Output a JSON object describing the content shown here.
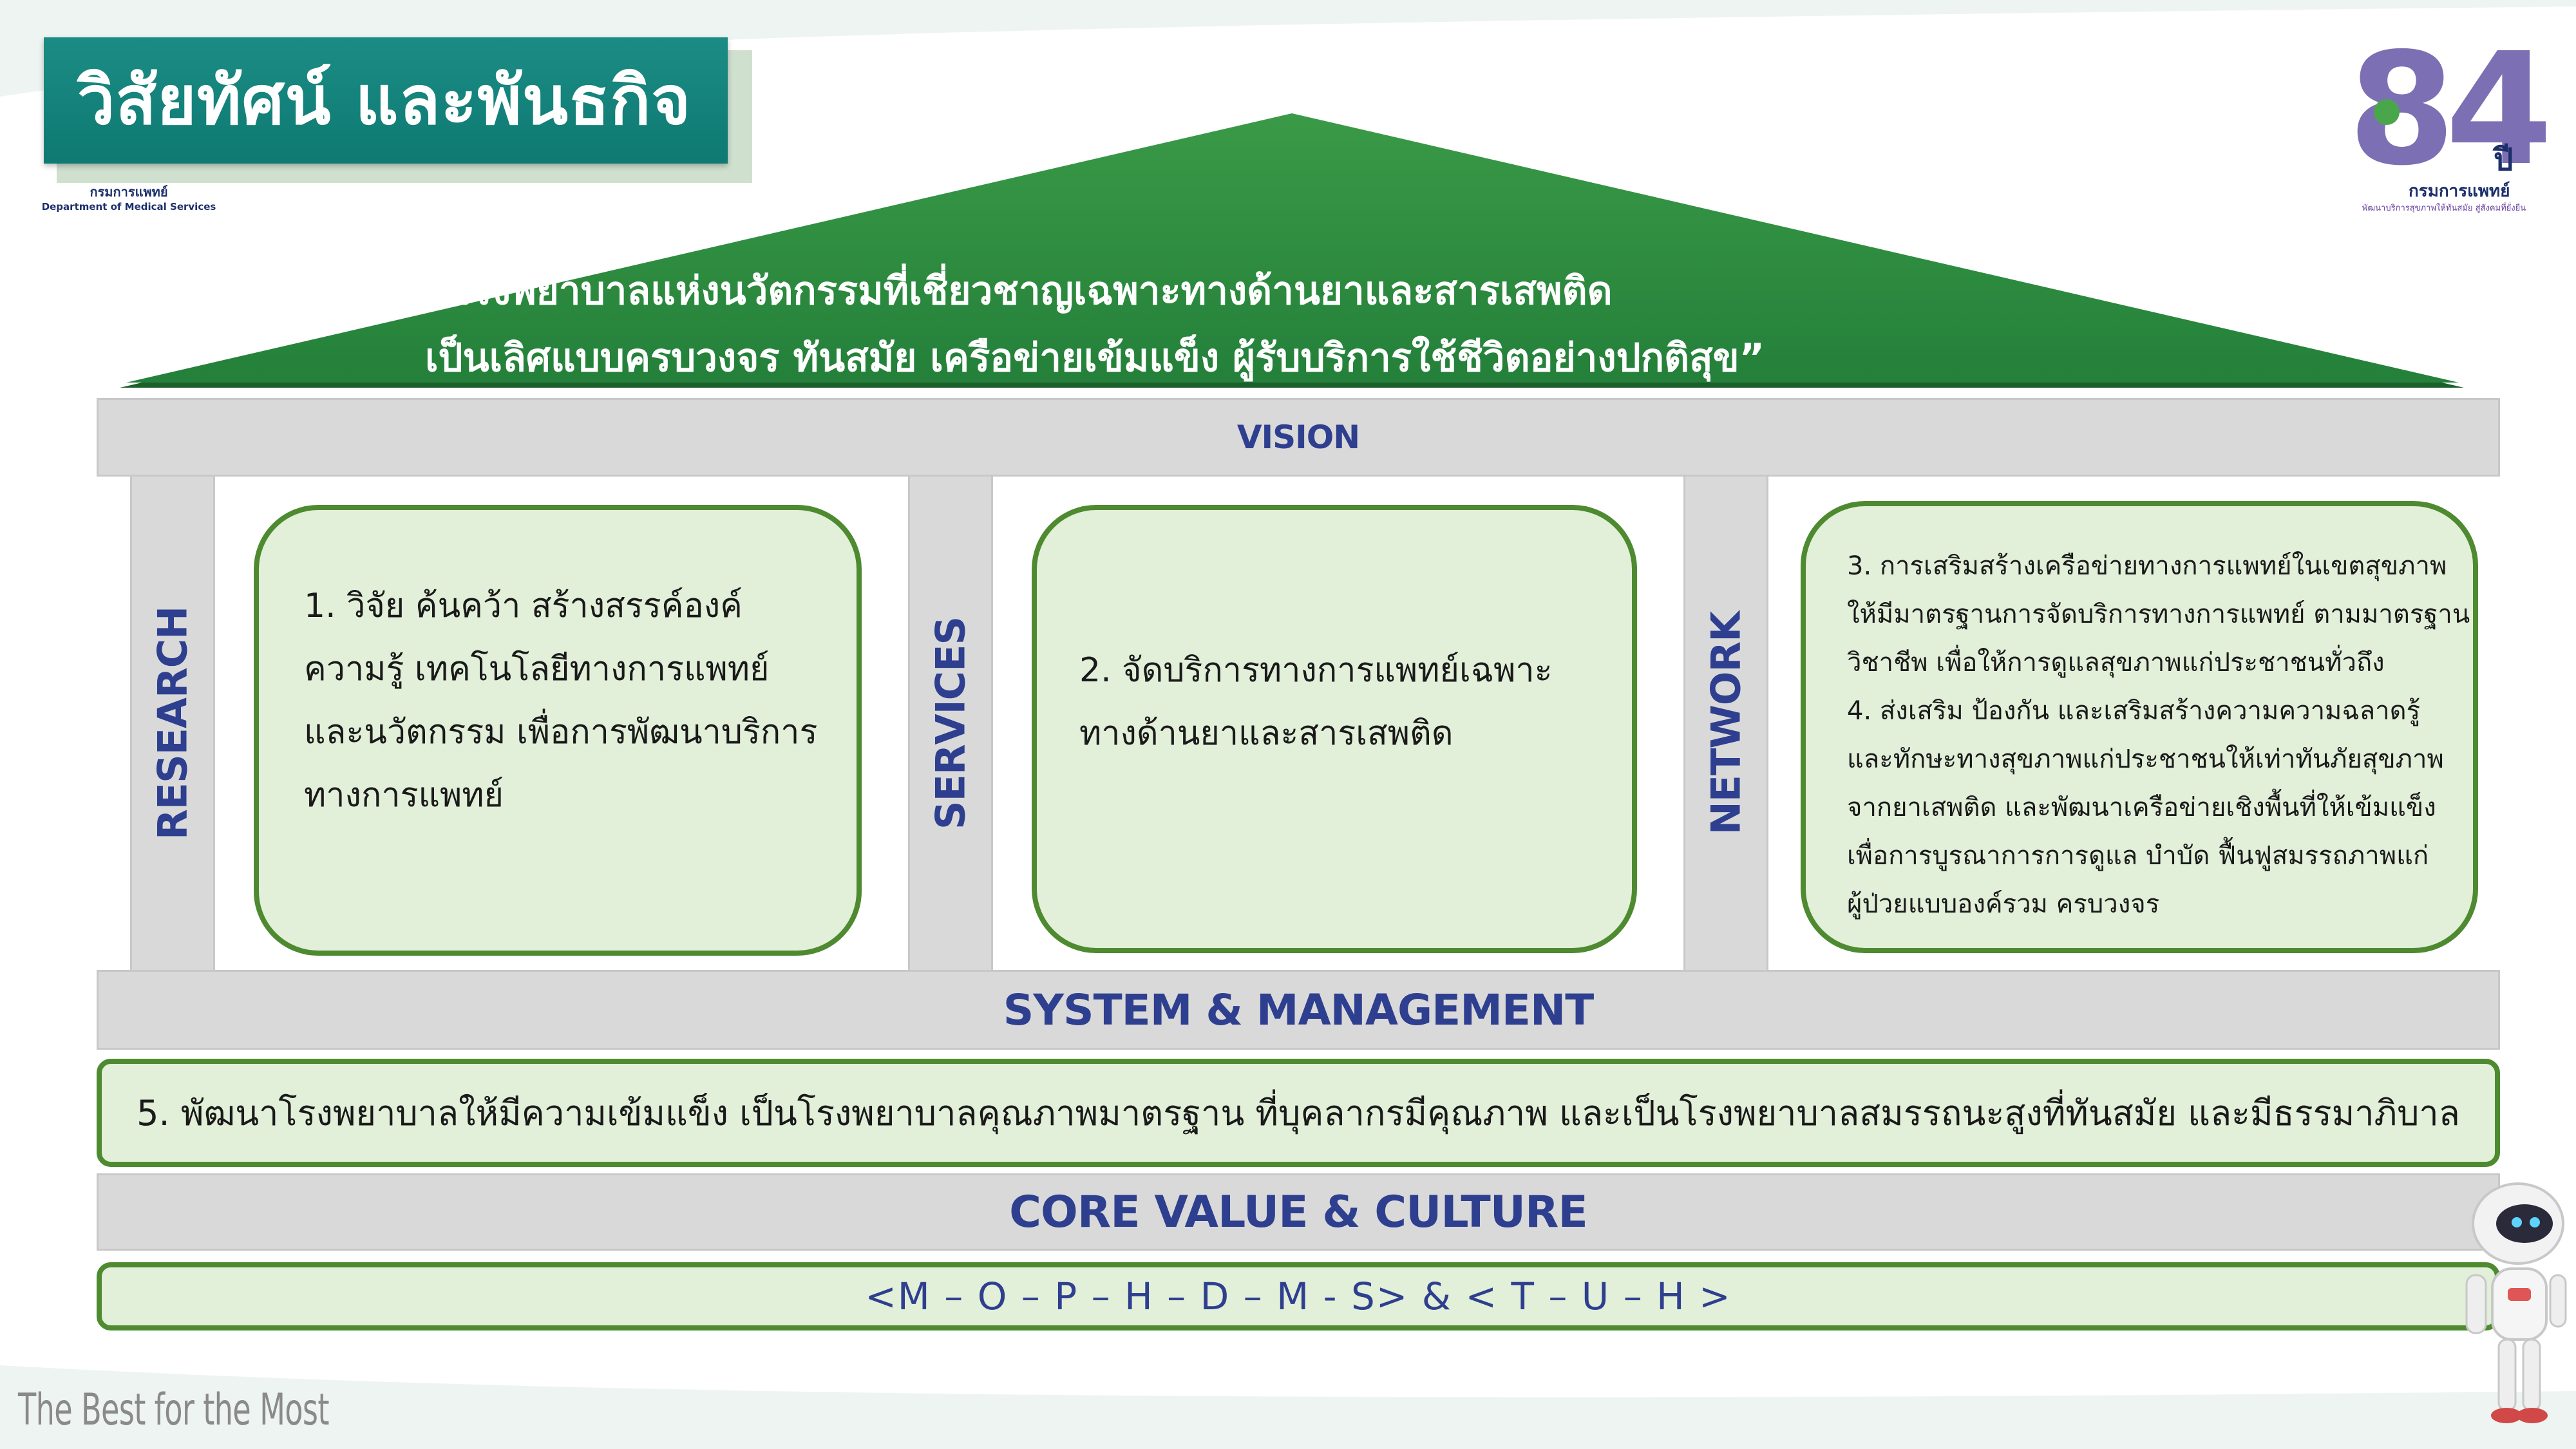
{
  "header": {
    "title": "วิสัยทัศน์ และพันธกิจ",
    "org_name_th": "กรมการแพทย์",
    "org_name_en": "Department of Medical Services"
  },
  "anniversary_logo": {
    "number": "84",
    "year_word": "ปี",
    "org": "กรมการแพทย์",
    "motto": "พัฒนาบริการสุขภาพให้ทันสมัย สู่สังคมที่ยั่งยืน"
  },
  "vision_statement": {
    "line1": "“โรงพยาบาลแห่งนวัตกรรมที่เชี่ยวชาญเฉพาะทางด้านยาและสารเสพติด",
    "line2": "เป็นเลิศแบบครบวงจร ทันสมัย เครือข่ายเข้มแข็ง ผู้รับบริการใช้ชีวิตอย่างปกติสุข”"
  },
  "bars": {
    "vision": "VISION",
    "system_management": "SYSTEM & MANAGEMENT",
    "core_value": "CORE VALUE & CULTURE"
  },
  "pillars": [
    {
      "label": "RESEARCH"
    },
    {
      "label": "SERVICES"
    },
    {
      "label": "NETWORK"
    }
  ],
  "missions": {
    "m1": [
      "1. วิจัย ค้นคว้า สร้างสรรค์องค์",
      "ความรู้ เทคโนโลยีทางการแพทย์",
      "และนวัตกรรม เพื่อการพัฒนาบริการ",
      "ทางการแพทย์"
    ],
    "m2": [
      "2. จัดบริการทางการแพทย์เฉพาะ",
      "ทางด้านยาและสารเสพติด"
    ],
    "m3": [
      "3. การเสริมสร้างเครือข่ายทางการแพทย์ในเขตสุขภาพ",
      "ให้มีมาตรฐานการจัดบริการทางการแพทย์ ตามมาตรฐาน",
      "วิชาชีพ เพื่อให้การดูแลสุขภาพแก่ประชาชนทั่วถึง",
      "4. ส่งเสริม ป้องกัน และเสริมสร้างความความฉลาดรู้",
      "และทักษะทางสุขภาพแก่ประชาชนให้เท่าทันภัยสุขภาพ",
      "จากยาเสพติด และพัฒนาเครือข่ายเชิงพื้นที่ให้เข้มแข็ง",
      "เพื่อการบูรณาการการดูแล บำบัด ฟื้นฟูสมรรถภาพแก่",
      "ผู้ป่วยแบบองค์รวม ครบวงจร"
    ],
    "m5": "5. พัฒนาโรงพยาบาลให้มีความเข้มแข็ง เป็นโรงพยาบาลคุณภาพมาตรฐาน ที่บุคลากรมีคุณภาพ และเป็นโรงพยาบาลสมรรถนะสูงที่ทันสมัย และมีธรรมาภิบาล"
  },
  "core_values": "<M – O – P – H – D – M - S> & < T – U – H >",
  "footer": {
    "slogan": "The Best for the Most"
  },
  "colors": {
    "title_teal": "#0e7a72",
    "roof_green": "#2f8b3c",
    "pillar_text_blue": "#2e3f8f",
    "box_fill": "#e2efd9",
    "box_border": "#4e8a30"
  }
}
